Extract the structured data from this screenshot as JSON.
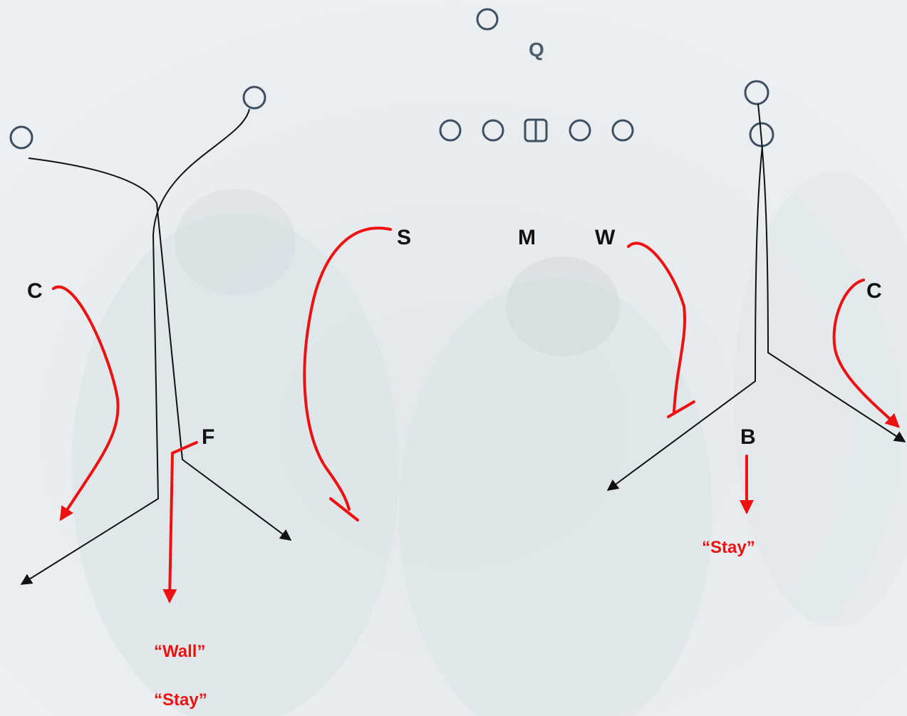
{
  "colors": {
    "offense": "#3d4f61",
    "routes": "#111111",
    "defense": "#ee1111",
    "background": "#e9edf0"
  },
  "offense": {
    "quarterback_label": "Q"
  },
  "defense": {
    "labels": {
      "corner_left": "C",
      "corner_right": "C",
      "strong_safety": "S",
      "mike": "M",
      "will": "W",
      "free_safety": "F",
      "buck": "B"
    }
  },
  "calls": {
    "wall": "“Wall”",
    "stay_left": "“Stay”",
    "stay_right": "“Stay”"
  }
}
